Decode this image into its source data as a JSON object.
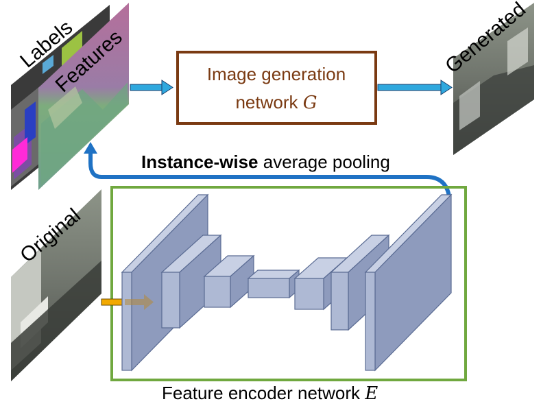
{
  "panels": {
    "labels_title": "Labels",
    "features_title": "Features",
    "generated_title": "Generated",
    "original_title": "Original"
  },
  "generator_box": {
    "line1": "Image generation",
    "line2_text": "network ",
    "line2_symbol": "G"
  },
  "pooling_label": {
    "bold": "Instance-wise",
    "rest": " average pooling"
  },
  "encoder_label": {
    "text": "Feature encoder network ",
    "symbol": "E"
  },
  "colors": {
    "generator_border": "#7a3a12",
    "generator_text": "#7a3a12",
    "encoder_border": "#70a83f",
    "pooling_arrow": "#1f72c4",
    "flow_arrow": "#2fa8de",
    "input_arrow": "#f2a900",
    "layer_fill": "#aeb9d4",
    "layer_stroke": "#5a6b93"
  }
}
